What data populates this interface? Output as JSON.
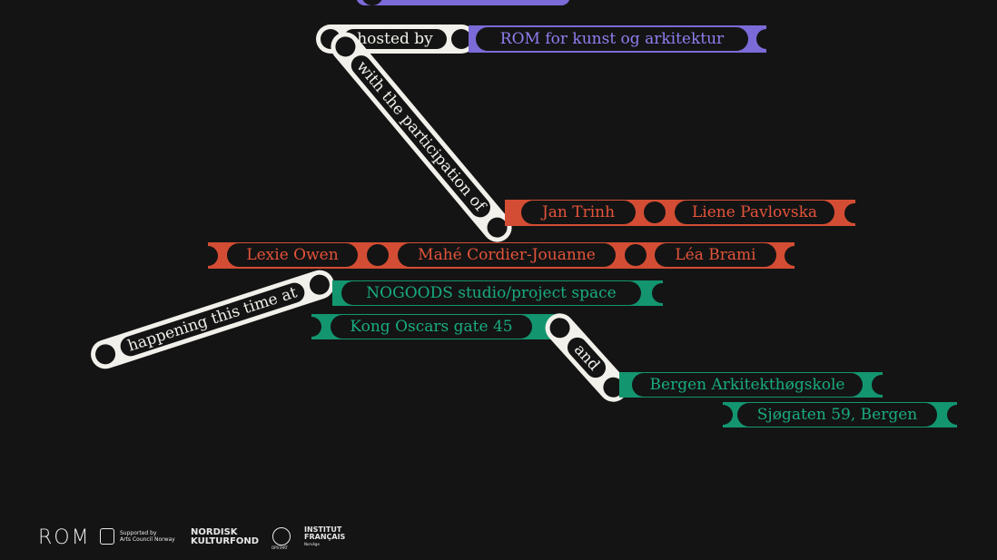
{
  "connectors": {
    "hosted_by": "hosted by",
    "participation": "with the participation of",
    "happening": "happening this time at",
    "and": "and"
  },
  "host": "ROM for kunst og arkitektur",
  "participants": [
    "Jan Trinh",
    "Liene Pavlovska",
    "Lexie Owen",
    "Mahé Cordier-Jouanne",
    "Léa Brami"
  ],
  "venues": {
    "venue1_name": "NOGOODS studio/project space",
    "venue1_address": "Kong Oscars gate 45",
    "venue2_name": "Bergen Arkitekthøgskole",
    "venue2_address": "Sjøgaten 59, Bergen"
  },
  "footer": {
    "rom": "ROM",
    "arts_line1": "Supported by",
    "arts_line2": "Arts Council Norway",
    "nordisk_line1": "NORDISK",
    "nordisk_line2": "KULTURFOND",
    "opstart": "OPSTART",
    "institut_line1": "INSTITUT",
    "institut_line2": "FRANÇAIS",
    "institut_line3": "Norvège"
  },
  "colors": {
    "background": "#141414",
    "purple": "#7b6bd8",
    "red": "#d34d34",
    "green": "#139670",
    "connector": "#f2f0ea"
  }
}
